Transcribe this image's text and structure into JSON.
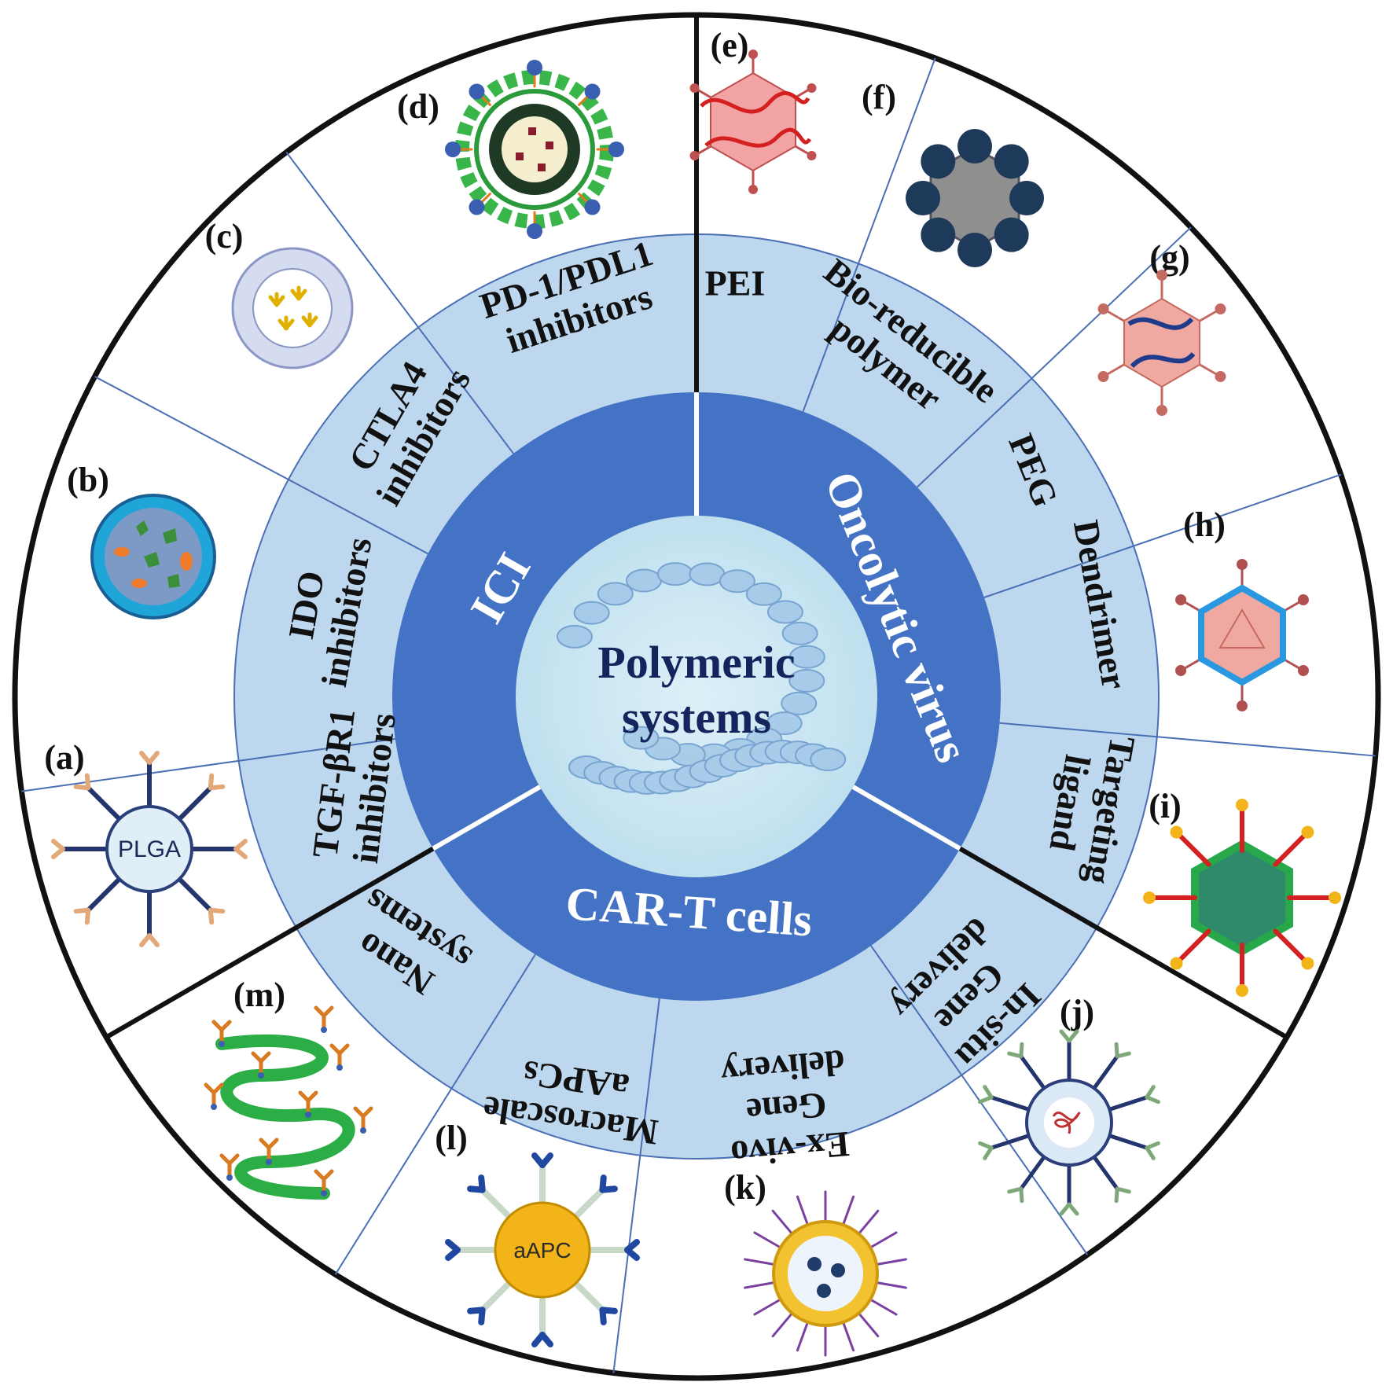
{
  "center": {
    "line1": "Polymeric",
    "line2": "systems"
  },
  "categories": [
    {
      "id": "ici",
      "label": "ICI"
    },
    {
      "id": "oncolytic",
      "label": "Oncolytic virus"
    },
    {
      "id": "cart",
      "label": "CAR-T cells"
    }
  ],
  "segments": [
    {
      "id": "a",
      "letter": "(a)",
      "lines": [
        "TGF-βR1",
        "inhibitors"
      ],
      "icon": "plga-nanoparticle-icon",
      "icon_text": "PLGA"
    },
    {
      "id": "b",
      "letter": "(b)",
      "lines": [
        "IDO",
        "inhibitors"
      ],
      "icon": "drug-loaded-micelle-icon"
    },
    {
      "id": "c",
      "letter": "(c)",
      "lines": [
        "CTLA4",
        "inhibitors"
      ],
      "icon": "antibody-vesicle-icon"
    },
    {
      "id": "d",
      "letter": "(d)",
      "lines": [
        "PD-1/PDL1",
        "inhibitors"
      ],
      "icon": "polymer-shell-nanoparticle-icon"
    },
    {
      "id": "e",
      "letter": "(e)",
      "lines": [
        "PEI"
      ],
      "icon": "pei-coated-virus-icon"
    },
    {
      "id": "f",
      "letter": "(f)",
      "lines": [
        "Bio-reducible",
        "polymer"
      ],
      "icon": "bioreducible-polymer-virus-icon"
    },
    {
      "id": "g",
      "letter": "(g)",
      "lines": [
        "PEG"
      ],
      "icon": "pegylated-virus-icon"
    },
    {
      "id": "h",
      "letter": "(h)",
      "lines": [
        "Dendrimer"
      ],
      "icon": "dendrimer-coated-virus-icon"
    },
    {
      "id": "i",
      "letter": "(i)",
      "lines": [
        "Targeting",
        "ligand"
      ],
      "icon": "ligand-targeted-virus-icon"
    },
    {
      "id": "j",
      "letter": "(j)",
      "lines": [
        "In-situ",
        "Gene",
        "delivery"
      ],
      "icon": "in-situ-gene-nanocarrier-icon"
    },
    {
      "id": "k",
      "letter": "(k)",
      "lines": [
        "Ex-vivo",
        "Gene",
        "delivery"
      ],
      "icon": "ex-vivo-gene-nanocarrier-icon"
    },
    {
      "id": "l",
      "letter": "(l)",
      "lines": [
        "Macroscale",
        "aAPCs"
      ],
      "icon": "aapc-particle-icon",
      "icon_text": "aAPC"
    },
    {
      "id": "m",
      "letter": "(m)",
      "lines": [
        "Nano",
        "systems"
      ],
      "icon": "nano-chain-aapc-icon"
    }
  ],
  "colors": {
    "outer_ring": "#ffffff",
    "middle_ring": "#bdd7ee",
    "inner_ring": "#4472c4",
    "center": "#cde6f3",
    "center_text": "#14245c",
    "divider_thin": "#4a6fb5",
    "divider_thick": "#111111"
  }
}
